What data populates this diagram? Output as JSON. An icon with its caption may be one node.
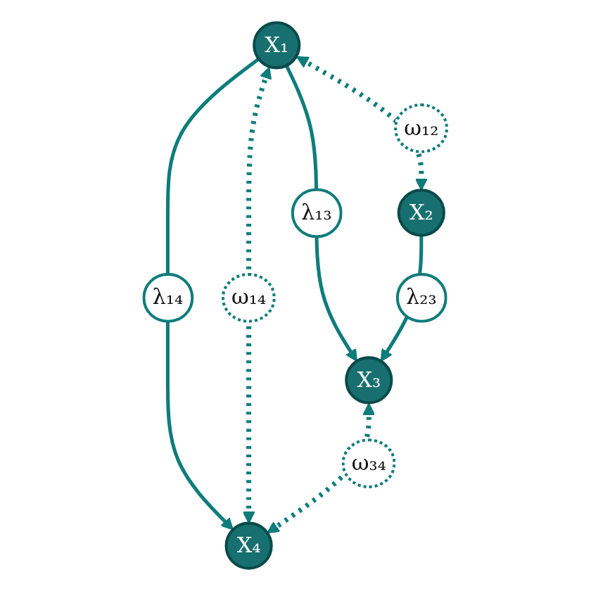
{
  "diagram": {
    "nodes": [
      {
        "text": [
          "X₁"
        ]
      },
      {
        "text": [
          "X₂"
        ]
      },
      {
        "text": [
          "X₃"
        ]
      },
      {
        "text": [
          "X₄"
        ]
      }
    ],
    "edges": [
      {
        "from": 0,
        "to": 1,
        "arrow": "both",
        "label": "ω₁₂",
        "style": "dashed"
      },
      {
        "from": 0,
        "to": 2,
        "arrow": "to",
        "label": "λ₁₃"
      },
      {
        "from": 0,
        "to": 3,
        "arrow": "to",
        "label": "λ₁₄"
      },
      {
        "from": 1,
        "to": 2,
        "arrow": "to",
        "label": "λ₂₃"
      },
      {
        "from": 0,
        "to": 3,
        "arrow": "both",
        "label": "ω₁₄",
        "style": "dashed"
      },
      {
        "from": 2,
        "to": 3,
        "arrow": "both",
        "label": "ω₃₄",
        "style": "dashed"
      }
    ]
  }
}
